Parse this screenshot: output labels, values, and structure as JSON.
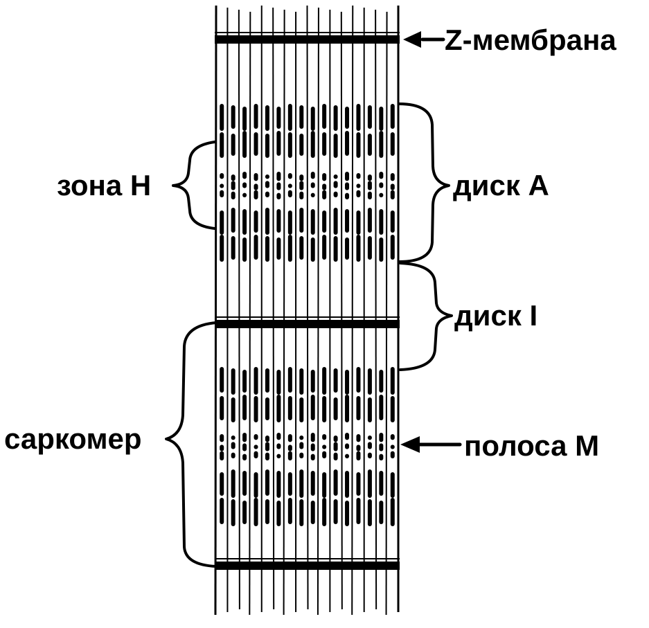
{
  "labels": {
    "z_membrane": "Z-мембрана",
    "h_zone": "зона H",
    "disc_a": "диск А",
    "disc_i": "диск I",
    "sarcomere": "саркомер",
    "m_band": "полоса М"
  },
  "colors": {
    "ink": "#000000",
    "background": "#ffffff"
  }
}
